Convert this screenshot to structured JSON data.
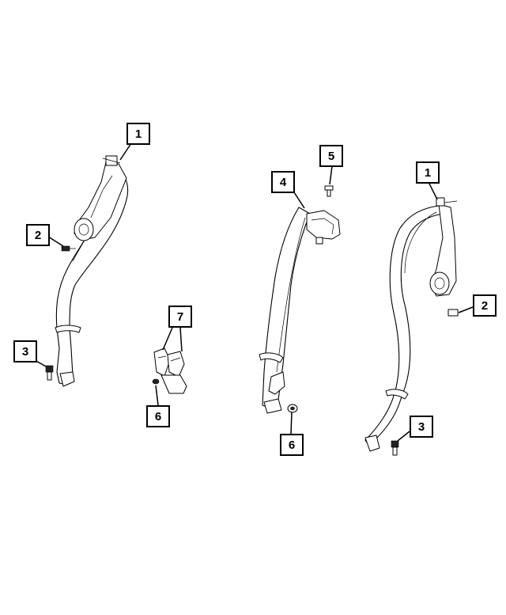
{
  "callouts": [
    {
      "id": "c1a",
      "label": "1"
    },
    {
      "id": "c2a",
      "label": "2"
    },
    {
      "id": "c3a",
      "label": "3"
    },
    {
      "id": "c4",
      "label": "4"
    },
    {
      "id": "c5",
      "label": "5"
    },
    {
      "id": "c6a",
      "label": "6"
    },
    {
      "id": "c6b",
      "label": "6"
    },
    {
      "id": "c7",
      "label": "7"
    },
    {
      "id": "c1b",
      "label": "1"
    },
    {
      "id": "c2b",
      "label": "2"
    },
    {
      "id": "c3b",
      "label": "3"
    }
  ],
  "colors": {
    "line": "#000000",
    "background": "#ffffff"
  }
}
